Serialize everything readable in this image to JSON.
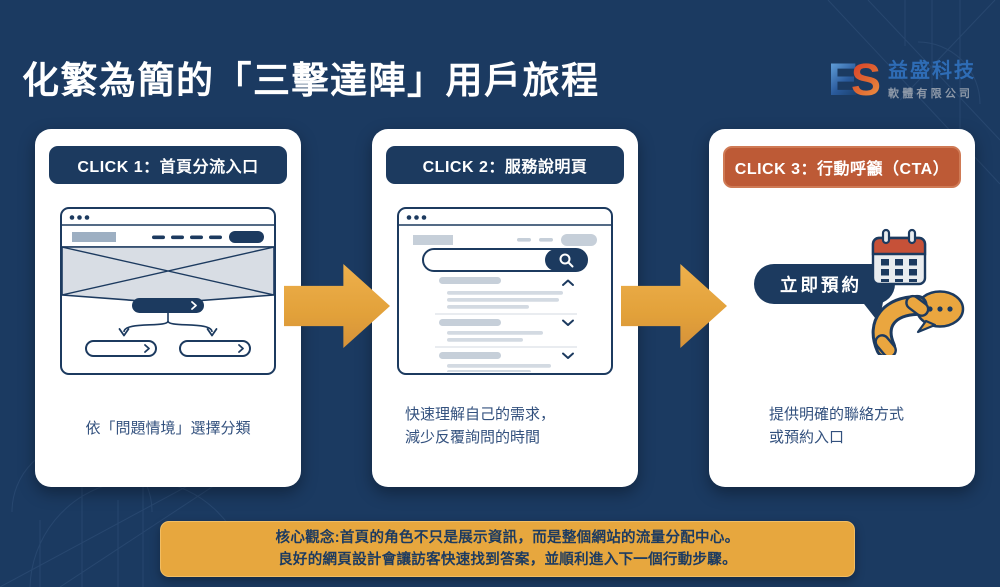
{
  "page": {
    "title": "化繁為簡的「三擊達陣」用戶旅程"
  },
  "logo": {
    "mark_e": "E",
    "mark_s": "S",
    "name": "益盛科技",
    "subname": "軟體有限公司"
  },
  "cards": [
    {
      "badge": "CLICK 1：首頁分流入口",
      "caption": "依「問題情境」選擇分類"
    },
    {
      "badge": "CLICK 2：服務說明頁",
      "caption_line1": "快速理解自己的需求，",
      "caption_line2": "減少反覆詢問的時間"
    },
    {
      "badge": "CLICK 3：行動呼籲（CTA）",
      "cta_label": "立即預約",
      "caption_line1": "提供明確的聯絡方式",
      "caption_line2": "或預約入口"
    }
  ],
  "footer": {
    "line1": "核心觀念:首頁的角色不只是展示資訊，而是整個網站的流量分配中心。",
    "line2": "良好的網頁設計會讓訪客快速找到答案，並順利進入下一個行動步驟。"
  },
  "icons": {
    "calendar": "calendar-icon",
    "phone": "phone-icon",
    "speech_bubble": "speech-bubble-icon",
    "search": "search-icon",
    "arrow_right": "flow-arrow-icon"
  },
  "colors": {
    "background": "#1b3a61",
    "card": "#ffffff",
    "badge_navy": "#1c3a5f",
    "badge_orange": "#bd5a36",
    "arrow_gold": "#e2a13a",
    "banner_gold": "#e7a73e",
    "text_navy": "#33517e",
    "logo_blue": "#2e6cb5"
  }
}
